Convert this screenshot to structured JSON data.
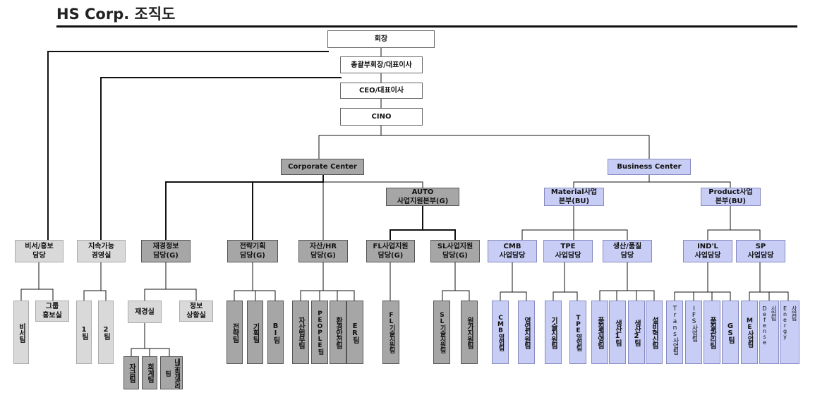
{
  "title": "HS Corp. 조직도",
  "top": {
    "chairman": "회장",
    "vice_chairman": "총괄부회장/대표이사",
    "ceo": "CEO/대표이사",
    "cino": "CINO"
  },
  "centers": {
    "corporate": "Corporate Center",
    "business": "Business Center"
  },
  "level2": {
    "auto": [
      "AUTO",
      "사업지원본부(G)"
    ],
    "material": [
      "Material사업",
      "본부(BU)"
    ],
    "product": [
      "Product사업",
      "본부(BU)"
    ]
  },
  "departments": {
    "secretary": [
      "비서/홍보",
      "담당"
    ],
    "sustain": [
      "지속가능",
      "경영실"
    ],
    "finance": [
      "재경정보",
      "담당(G)"
    ],
    "strategy": [
      "전략기획",
      "담당(G)"
    ],
    "asset": [
      "자산/HR",
      "담당(G)"
    ],
    "fl": [
      "FL사업지원",
      "담당(G)"
    ],
    "sl": [
      "SL사업지원",
      "담당(G)"
    ],
    "cmb": [
      "CMB",
      "사업담당"
    ],
    "tpe": [
      "TPE",
      "사업담당"
    ],
    "prod_quality": [
      "생산/품질",
      "담당"
    ],
    "ind": [
      "IND'L",
      "사업담당"
    ],
    "sp": [
      "SP",
      "사업담당"
    ]
  },
  "teams": {
    "secretary_team": "비서팀",
    "group_pr": [
      "그룹",
      "홍보실"
    ],
    "team1": "1팀",
    "team2": "2팀",
    "finance_office": "재경실",
    "info_office": [
      "정보",
      "상황실"
    ],
    "fund_team": "자금팀",
    "account_team": "회계팀",
    "internal_team": "내부회계관리팀",
    "strategy_team": "전략팀",
    "planning_team": "기획팀",
    "bi_team": "BI팀",
    "asset_team": "자산법무팀",
    "people_team": "PEOPLE팀",
    "env_team": "환경안전팀",
    "er_team": "ER팀",
    "fl_tech_team": "FL기술지원팀",
    "sl_tech_team": "SL기술지원팀",
    "cost_team": "원가지원팀",
    "cmb_sales_team": "CMB영업팀",
    "sales_support_team": "영업지원팀",
    "tech_support_team": "기술지원팀",
    "tpe_sales_team": "TPE영업팀",
    "quality_mgmt_team": "품질경영팀",
    "prod1_team": "생산1팀",
    "prod2_team": "생산2팀",
    "facility_team": "설비혁신팀",
    "trans_team": [
      "Trans",
      "사업팀"
    ],
    "ifs_team": [
      "IFS",
      "사업팀"
    ],
    "quality_team": "품질관리팀",
    "gs_team": "GS팀",
    "me_team": "ME사업팀",
    "defense_team": [
      "Defense",
      "사업팀"
    ],
    "energy_team": [
      "Energy",
      "사업팀"
    ]
  },
  "colors": {
    "dark_gray": "#a6a6a6",
    "light_gray": "#d9d9d9",
    "light_blue": "#c7cdf5",
    "white": "#ffffff",
    "line": "#111111"
  }
}
